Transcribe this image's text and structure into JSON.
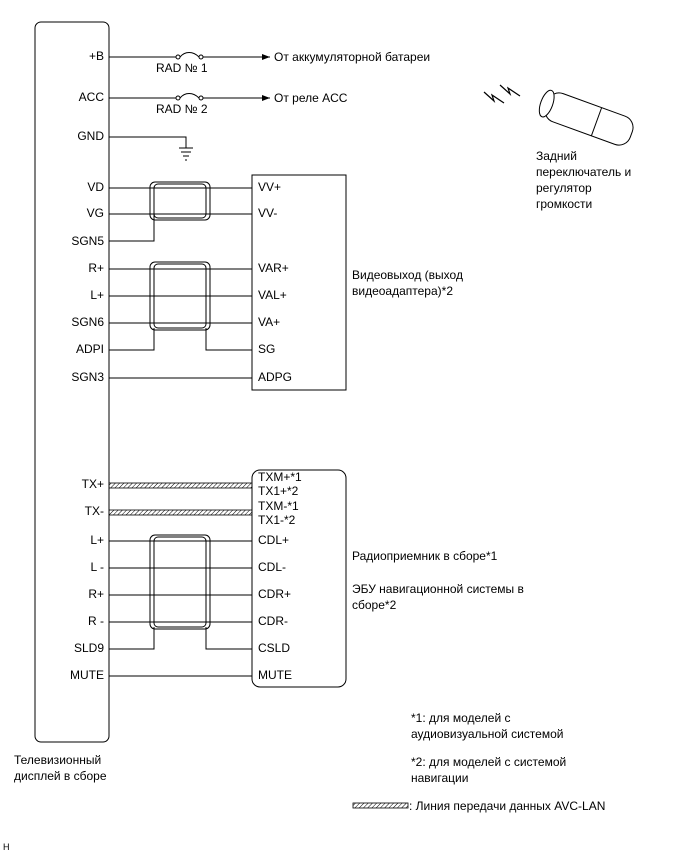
{
  "display_unit": {
    "name_line1": "Телевизионный",
    "name_line2": "дисплей в сборе",
    "pins": {
      "b": "+B",
      "acc": "ACC",
      "gnd": "GND",
      "vd": "VD",
      "vg": "VG",
      "sgn5": "SGN5",
      "r_plus": "R+",
      "l_plus": "L+",
      "sgn6": "SGN6",
      "adpi": "ADPI",
      "sgn3": "SGN3",
      "tx_plus": "TX+",
      "tx_minus": "TX-",
      "l_plus2": "L+",
      "l_minus2": "L -",
      "r_plus2": "R+",
      "r_minus2": "R -",
      "sld9": "SLD9",
      "mute": "MUTE"
    }
  },
  "fuses": {
    "rad1": "RAD № 1",
    "rad2": "RAD № 2"
  },
  "sources": {
    "battery": "От аккумуляторной батареи",
    "acc_relay": "От реле ACC"
  },
  "remote": {
    "line1": "Задний",
    "line2": "переключатель и",
    "line3": "регулятор",
    "line4": "громкости"
  },
  "video_out": {
    "pins": [
      "VV+",
      "VV-",
      "VAR+",
      "VAL+",
      "VA+",
      "SG",
      "ADPG"
    ],
    "label_line1": "Видеовыход (выход",
    "label_line2": "видеоадаптера)*2"
  },
  "radio": {
    "pins": {
      "txm_plus": "TXM+*1",
      "tx1_plus": "TX1+*2",
      "txm_minus": "TXM-*1",
      "tx1_minus": "TX1-*2",
      "cdl_plus": "CDL+",
      "cdl_minus": "CDL-",
      "cdr_plus": "CDR+",
      "cdr_minus": "CDR-",
      "csld": "CSLD",
      "mute": "MUTE"
    },
    "label1": "Радиоприемник в сборе*1",
    "label2_line1": "ЭБУ навигационной системы в",
    "label2_line2": "сборе*2"
  },
  "notes": {
    "n1_line1": "*1: для моделей с",
    "n1_line2": "аудиовизуальной системой",
    "n2_line1": "*2: для моделей с системой",
    "n2_line2": "навигации",
    "legend": ": Линия передачи данных AVC-LAN"
  },
  "corner_mark": "H"
}
